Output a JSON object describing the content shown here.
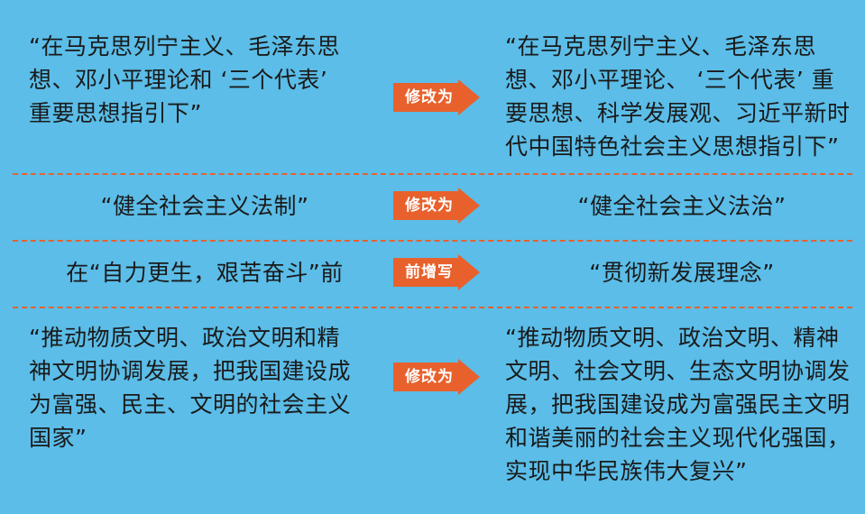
{
  "colors": {
    "background": "#5bbde8",
    "arrow": "#e8612c",
    "divider": "#e8612c",
    "text": "#1a1a1a"
  },
  "rows": [
    {
      "left_lines": [
        "“在马克思列宁主义、毛泽东思",
        "想、邓小平理论和 ‘三个代表’",
        "重要思想指引下”"
      ],
      "action": "修改为",
      "right_lines": [
        "“在马克思列宁主义、毛泽东思",
        "想、邓小平理论、 ‘三个代表’ 重",
        "要思想、科学发展观、习近平新时",
        "代中国特色社会主义思想指引下”"
      ]
    },
    {
      "left_lines": [
        "“健全社会主义法制”"
      ],
      "action": "修改为",
      "right_lines": [
        "“健全社会主义法治”"
      ]
    },
    {
      "left_lines": [
        "在“自力更生，艰苦奋斗”前"
      ],
      "action": "前增写",
      "right_lines": [
        "“贯彻新发展理念”"
      ]
    },
    {
      "left_lines": [
        "“推动物质文明、政治文明和精",
        "神文明协调发展，把我国建设成",
        "为富强、民主、文明的社会主义",
        "国家”"
      ],
      "action": "修改为",
      "right_lines": [
        "“推动物质文明、政治文明、精神",
        "文明、社会文明、生态文明协调发",
        "展，把我国建设成为富强民主文明",
        "和谐美丽的社会主义现代化强国，",
        "实现中华民族伟大复兴”"
      ]
    }
  ]
}
